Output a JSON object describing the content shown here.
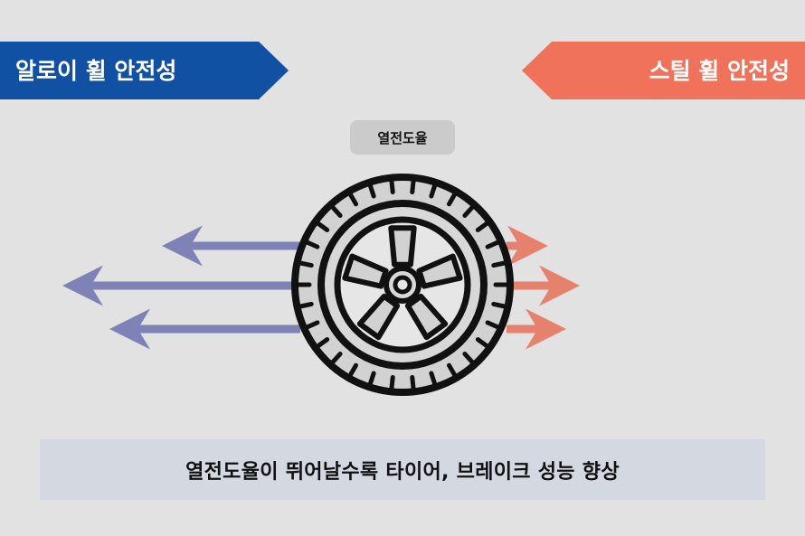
{
  "left_banner": {
    "label": "알로이 휠 안전성",
    "color": "#1151a3"
  },
  "right_banner": {
    "label": "스틸 휠 안전성",
    "color": "#f0725a"
  },
  "pill": {
    "label": "열전도율"
  },
  "caption": {
    "text": "열전도율이 뛰어날수록 타이어, 브레이크 성능 향상"
  },
  "colors": {
    "background": "#e2e2e2",
    "alloy_arrow": "#7e82b6",
    "steel_arrow": "#e5816d",
    "tire_outline": "#111111",
    "tire_fill": "#d2d2d2"
  },
  "icons": [
    "wheel-icon"
  ]
}
